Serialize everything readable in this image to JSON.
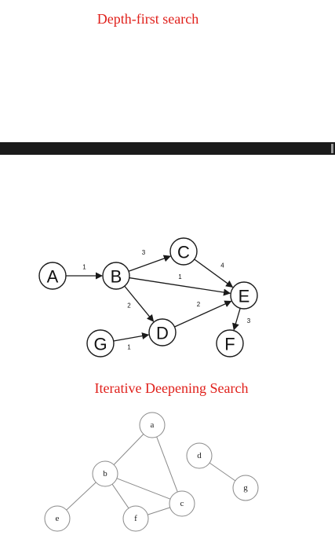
{
  "titles": {
    "dfs": "Depth-first search",
    "ids": "Iterative Deepening Search"
  },
  "colors": {
    "title": "#e0201b",
    "divider": "#1a1a1a"
  },
  "graph_dfs": {
    "nodes": [
      {
        "id": "A",
        "label": "A"
      },
      {
        "id": "B",
        "label": "B"
      },
      {
        "id": "C",
        "label": "C"
      },
      {
        "id": "E",
        "label": "E"
      },
      {
        "id": "D",
        "label": "D"
      },
      {
        "id": "G",
        "label": "G"
      },
      {
        "id": "F",
        "label": "F"
      }
    ],
    "edges": [
      {
        "from": "A",
        "to": "B",
        "weight": "1"
      },
      {
        "from": "B",
        "to": "C",
        "weight": "3"
      },
      {
        "from": "B",
        "to": "E",
        "weight": "1"
      },
      {
        "from": "B",
        "to": "D",
        "weight": "2"
      },
      {
        "from": "C",
        "to": "E",
        "weight": "4"
      },
      {
        "from": "D",
        "to": "E",
        "weight": "2"
      },
      {
        "from": "G",
        "to": "D",
        "weight": "1"
      },
      {
        "from": "E",
        "to": "F",
        "weight": "3"
      }
    ]
  },
  "graph_ids": {
    "nodes": [
      {
        "id": "a",
        "label": "a"
      },
      {
        "id": "b",
        "label": "b"
      },
      {
        "id": "c",
        "label": "c"
      },
      {
        "id": "d",
        "label": "d"
      },
      {
        "id": "e",
        "label": "e"
      },
      {
        "id": "f",
        "label": "f"
      },
      {
        "id": "g",
        "label": "g"
      }
    ],
    "edges": [
      {
        "from": "a",
        "to": "b"
      },
      {
        "from": "a",
        "to": "c"
      },
      {
        "from": "b",
        "to": "e"
      },
      {
        "from": "b",
        "to": "f"
      },
      {
        "from": "b",
        "to": "c"
      },
      {
        "from": "f",
        "to": "c"
      },
      {
        "from": "d",
        "to": "g"
      }
    ]
  }
}
